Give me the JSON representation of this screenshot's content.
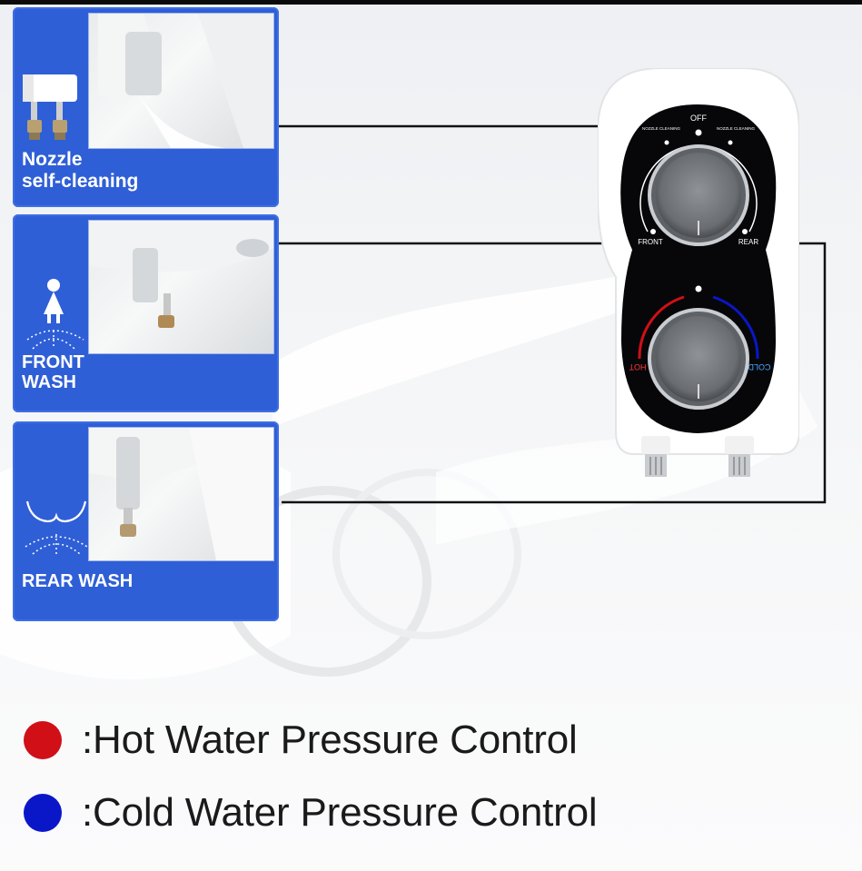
{
  "panels": [
    {
      "label_line1": "Nozzle",
      "label_line2": "self-cleaning",
      "icon": "nozzle-icon"
    },
    {
      "label_line1": "FRONT",
      "label_line2": "WASH",
      "icon": "female-icon"
    },
    {
      "label_line1": "REAR WASH",
      "icon": "rear-icon"
    }
  ],
  "device": {
    "top_dial": {
      "off": "OFF",
      "nozzle_left": "NOZZLE CLEANING",
      "nozzle_right": "NOZZLE CLEANING",
      "front": "FRONT",
      "rear": "REAR"
    },
    "bottom_dial": {
      "hot": "HOT",
      "cold": "COLD"
    }
  },
  "legend": [
    {
      "text": ":Hot Water Pressure Control",
      "color": "#d10f17"
    },
    {
      "text": ":Cold Water Pressure Control",
      "color": "#0a17c8"
    }
  ],
  "colors": {
    "accent_blue": "#2f5fd6",
    "line": "#111111",
    "marker": "#2b5fd9"
  }
}
